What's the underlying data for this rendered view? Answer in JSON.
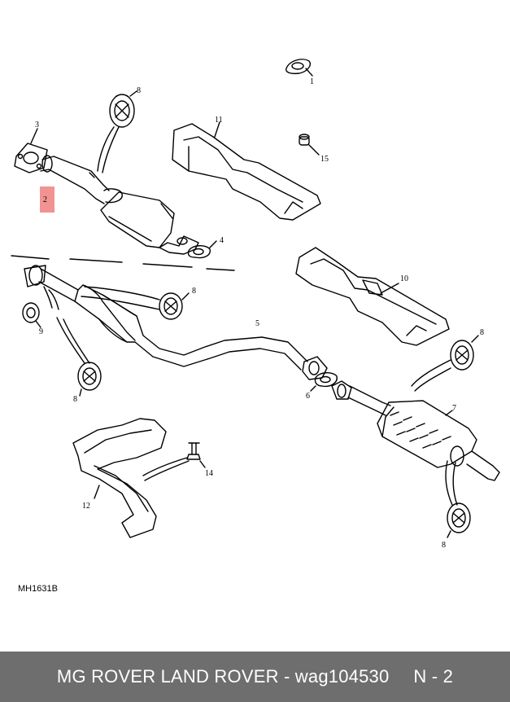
{
  "diagram": {
    "ref_code": "MH1631B",
    "callouts": {
      "c1": "1",
      "c2": "2",
      "c3": "3",
      "c4": "4",
      "c5": "5",
      "c6": "6",
      "c7": "7",
      "c8a": "8",
      "c8b": "8",
      "c8c": "8",
      "c8d": "8",
      "c8e": "8",
      "c9": "9",
      "c10": "10",
      "c11": "11",
      "c12": "12",
      "c14": "14",
      "c15": "15"
    },
    "highlight_color": "#f08080"
  },
  "footer": {
    "text": "MG ROVER LAND ROVER - wag104530",
    "page": "N - 2",
    "background": "#6e6e6e"
  }
}
